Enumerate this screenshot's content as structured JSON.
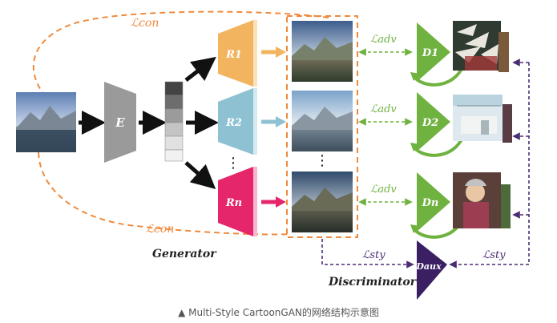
{
  "colors": {
    "orange": "#ef8a3c",
    "green": "#6fb23f",
    "purple": "#4a2d73",
    "dark_purple": "#3b1f63",
    "black": "#111111",
    "encoder_gray": "#9a9a9a",
    "r1": "#f2b45f",
    "r2": "#8ec2d3",
    "rn": "#e5266b"
  },
  "losses": {
    "con_top": "ℒcon",
    "con_bottom": "ℒcon",
    "adv_1": "ℒadv",
    "adv_2": "ℒadv",
    "adv_n": "ℒadv",
    "sty_left": "ℒsty",
    "sty_right": "ℒsty"
  },
  "blocks": {
    "encoder": "E",
    "r1": "R1",
    "r2": "R2",
    "rn": "Rn",
    "d1": "D1",
    "d2": "D2",
    "dn": "Dn",
    "daux": "Daux"
  },
  "vertical_dots": "⋮",
  "labels": {
    "generator": "Generator",
    "discriminator": "Discriminator"
  },
  "caption": "▲ Multi-Style CartoonGAN的网络结构示意图"
}
